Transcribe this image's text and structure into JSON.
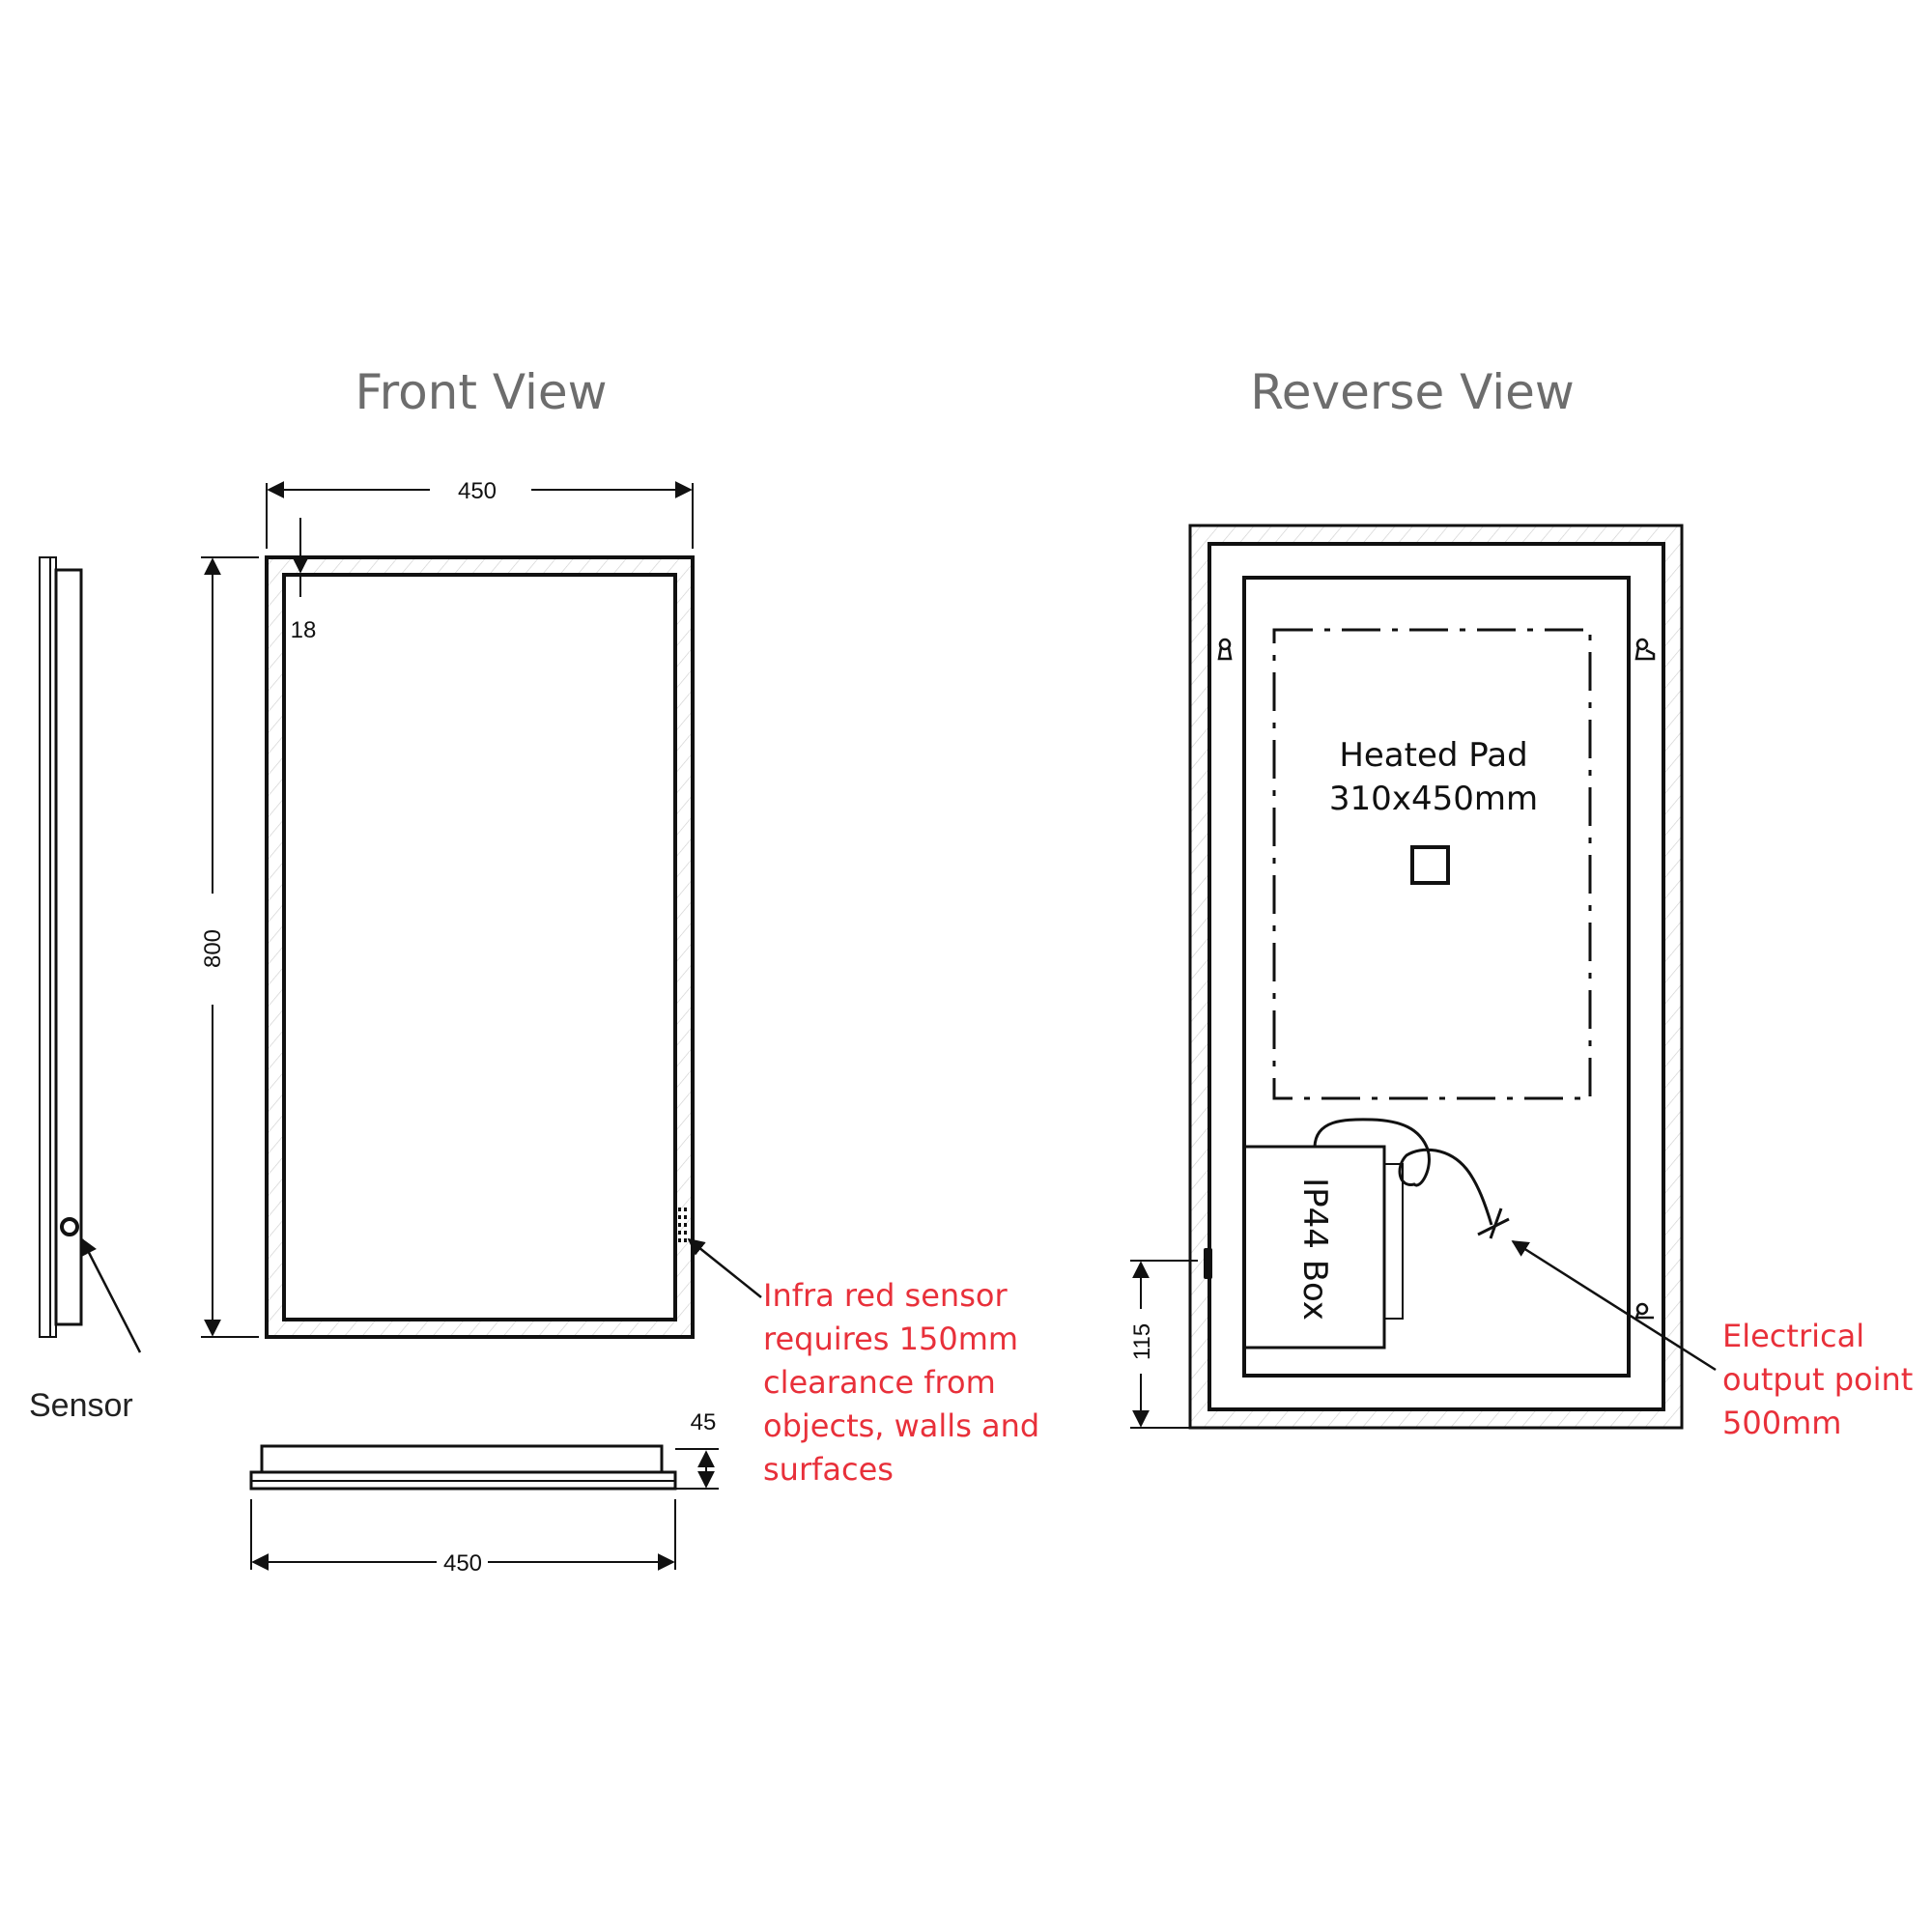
{
  "front": {
    "title": "Front View",
    "width_dim": "450",
    "height_dim": "800",
    "frame_dim": "18",
    "depth_dim": "45",
    "bottom_width_dim": "450",
    "sensor_label": "Sensor",
    "ir_note": [
      "Infra red sensor",
      "requires 150mm",
      "clearance from",
      "objects, walls and",
      "surfaces"
    ]
  },
  "reverse": {
    "title": "Reverse View",
    "pad_label": "Heated Pad",
    "pad_size": "310x450mm",
    "box_label": "IP44 Box",
    "side_dim": "115",
    "output_note": [
      "Electrical",
      "output point",
      "500mm"
    ]
  },
  "colors": {
    "line": "#111111",
    "title": "#6d6d6d",
    "annotation": "#e8303a",
    "hatch": "#cfcfcf"
  }
}
